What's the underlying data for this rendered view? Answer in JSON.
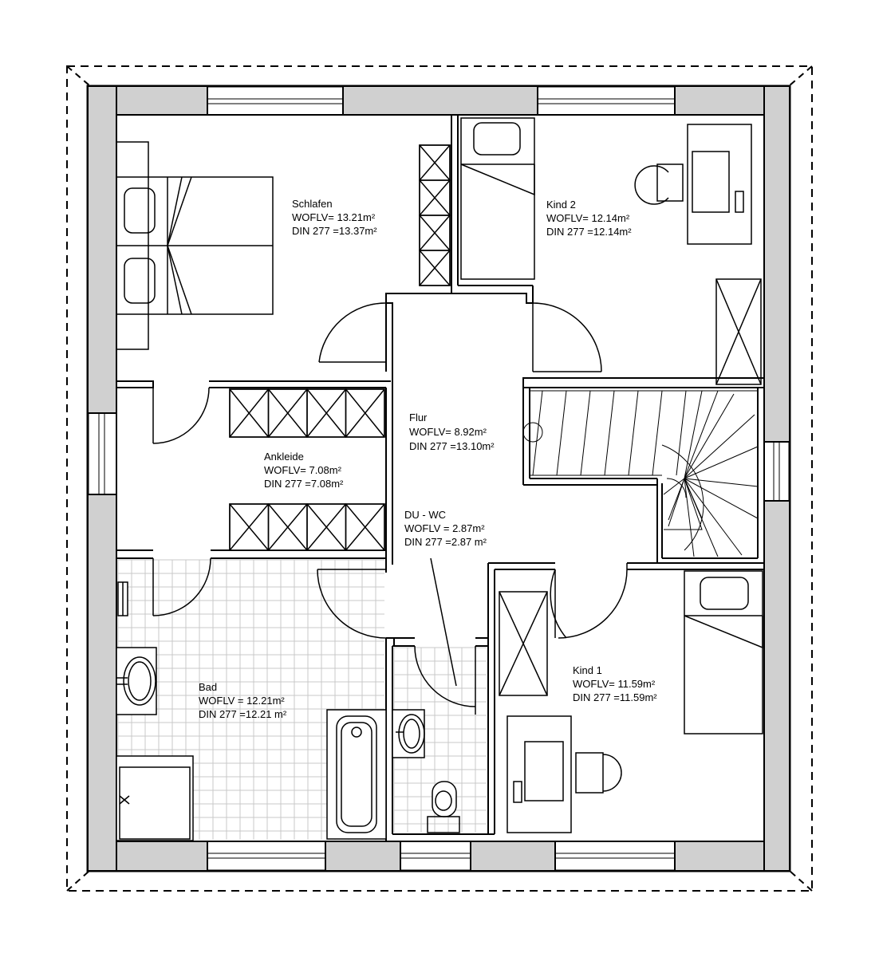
{
  "rooms": {
    "schlafen": {
      "name": "Schlafen",
      "wofl": "WOFLV= 13.21m²",
      "din": "DIN 277 =13.37m²"
    },
    "kind2": {
      "name": "Kind 2",
      "wofl": "WOFLV= 12.14m²",
      "din": "DIN 277 =12.14m²"
    },
    "flur": {
      "name": "Flur",
      "wofl": "WOFLV= 8.92m²",
      "din": "DIN 277 =13.10m²"
    },
    "ankleide": {
      "name": "Ankleide",
      "wofl": "WOFLV= 7.08m²",
      "din": "DIN 277 =7.08m²"
    },
    "duwc": {
      "name": "DU - WC",
      "wofl": "WOFLV = 2.87m²",
      "din": "DIN 277 =2.87 m²"
    },
    "bad": {
      "name": "Bad",
      "wofl": "WOFLV = 12.21m²",
      "din": "DIN 277 =12.21 m²"
    },
    "kind1": {
      "name": "Kind 1",
      "wofl": "WOFLV= 11.59m²",
      "din": "DIN 277 =11.59m²"
    }
  },
  "colors": {
    "wall": "#d0d0d0",
    "line": "#000000",
    "tile": "#c8c8c8"
  }
}
